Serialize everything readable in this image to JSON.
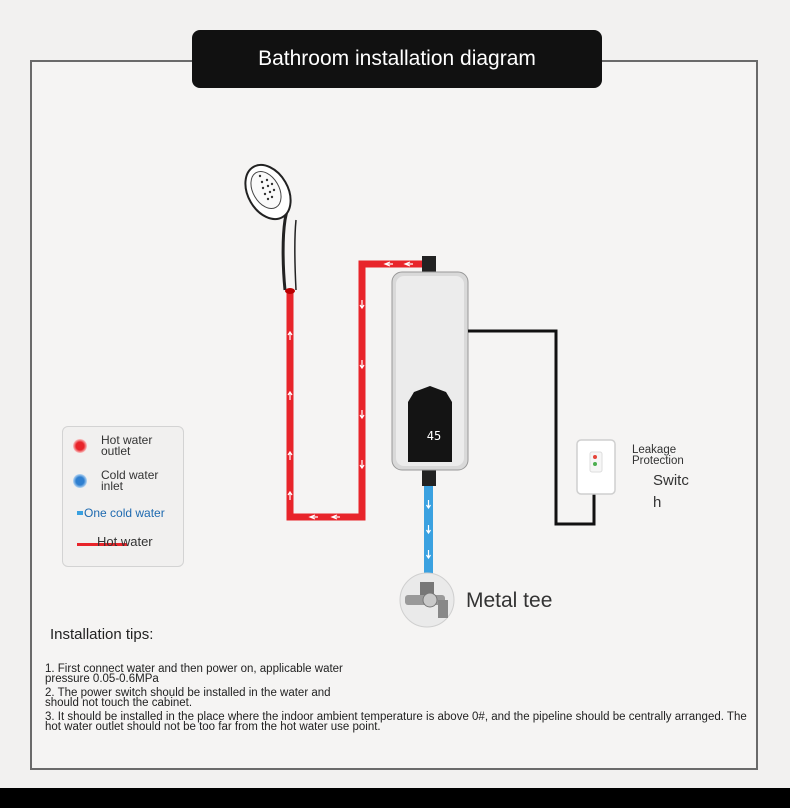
{
  "title": "Bathroom installation diagram",
  "legend": {
    "hot_water_outlet": "Hot water outlet",
    "cold_water_inlet": "Cold water inlet",
    "one_cold_water": "One cold water",
    "hot_water": "Hot water"
  },
  "heater_display": "45",
  "labels": {
    "metal_tee": "Metal tee",
    "leakage_protection": "Leakage Protection",
    "switch": "Switc h"
  },
  "tips": {
    "heading": "Installation tips:",
    "items": [
      "1. First connect water and then power on, applicable water pressure 0.05-0.6MPa",
      "2. The power switch should be installed in the water and should not touch the cabinet.",
      "3. It should be installed in the place where the indoor ambient temperature is above 0#, and the pipeline should be centrally arranged. The hot water outlet should not be too far from the hot water use point."
    ]
  },
  "colors": {
    "hot": "#e8242a",
    "cold": "#3aa1e0",
    "title_bg": "#111111"
  }
}
